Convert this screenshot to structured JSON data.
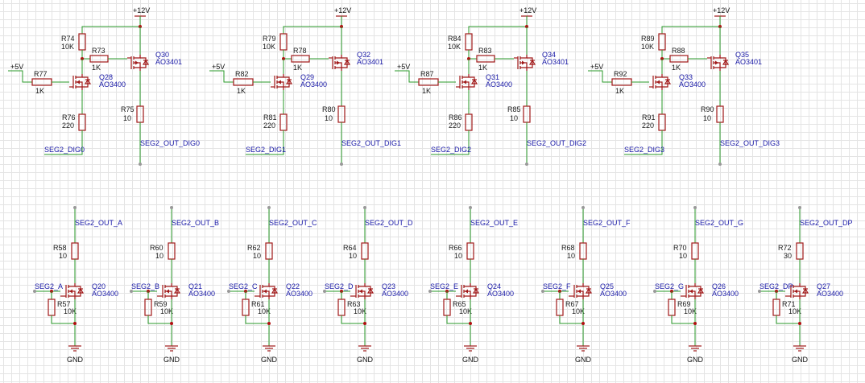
{
  "power": {
    "vcc12": "+12V",
    "vcc5": "+5V",
    "gnd": "GND"
  },
  "drivers": [
    {
      "rtop": "R74",
      "rtop_val": "10K",
      "rmid": "R73",
      "rmid_val": "1K",
      "pmos": "Q30",
      "pmos_part": "AO3401",
      "rin": "R77",
      "rin_val": "1K",
      "nmos": "Q28",
      "nmos_part": "AO3400",
      "rbot": "R76",
      "rbot_val": "220",
      "rout": "R75",
      "rout_val": "10",
      "net_dig": "SEG2_DIG0",
      "net_out": "SEG2_OUT_DIG0"
    },
    {
      "rtop": "R79",
      "rtop_val": "10K",
      "rmid": "R78",
      "rmid_val": "1K",
      "pmos": "Q32",
      "pmos_part": "AO3401",
      "rin": "R82",
      "rin_val": "1K",
      "nmos": "Q29",
      "nmos_part": "AO3400",
      "rbot": "R81",
      "rbot_val": "220",
      "rout": "R80",
      "rout_val": "10",
      "net_dig": "SEG2_DIG1",
      "net_out": "SEG2_OUT_DIG1"
    },
    {
      "rtop": "R84",
      "rtop_val": "10K",
      "rmid": "R83",
      "rmid_val": "1K",
      "pmos": "Q34",
      "pmos_part": "AO3401",
      "rin": "R87",
      "rin_val": "1K",
      "nmos": "Q31",
      "nmos_part": "AO3400",
      "rbot": "R86",
      "rbot_val": "220",
      "rout": "R85",
      "rout_val": "10",
      "net_dig": "SEG2_DIG2",
      "net_out": "SEG2_OUT_DIG2"
    },
    {
      "rtop": "R89",
      "rtop_val": "10K",
      "rmid": "R88",
      "rmid_val": "1K",
      "pmos": "Q35",
      "pmos_part": "AO3401",
      "rin": "R92",
      "rin_val": "1K",
      "nmos": "Q33",
      "nmos_part": "AO3400",
      "rbot": "R91",
      "rbot_val": "220",
      "rout": "R90",
      "rout_val": "10",
      "net_dig": "SEG2_DIG3",
      "net_out": "SEG2_OUT_DIG3"
    }
  ],
  "segments": [
    {
      "net_out": "SEG2_OUT_A",
      "rs": "R58",
      "rs_val": "10",
      "net_in": "SEG2_A",
      "rp": "R57",
      "rp_val": "10K",
      "q": "Q20",
      "part": "AO3400"
    },
    {
      "net_out": "SEG2_OUT_B",
      "rs": "R60",
      "rs_val": "10",
      "net_in": "SEG2_B",
      "rp": "R59",
      "rp_val": "10K",
      "q": "Q21",
      "part": "AO3400"
    },
    {
      "net_out": "SEG2_OUT_C",
      "rs": "R62",
      "rs_val": "10",
      "net_in": "SEG2_C",
      "rp": "R61",
      "rp_val": "10K",
      "q": "Q22",
      "part": "AO3400"
    },
    {
      "net_out": "SEG2_OUT_D",
      "rs": "R64",
      "rs_val": "10",
      "net_in": "SEG2_D",
      "rp": "R63",
      "rp_val": "10K",
      "q": "Q23",
      "part": "AO3400"
    },
    {
      "net_out": "SEG2_OUT_E",
      "rs": "R66",
      "rs_val": "10",
      "net_in": "SEG2_E",
      "rp": "R65",
      "rp_val": "10K",
      "q": "Q24",
      "part": "AO3400"
    },
    {
      "net_out": "SEG2_OUT_F",
      "rs": "R68",
      "rs_val": "10",
      "net_in": "SEG2_F",
      "rp": "R67",
      "rp_val": "10K",
      "q": "Q25",
      "part": "AO3400"
    },
    {
      "net_out": "SEG2_OUT_G",
      "rs": "R70",
      "rs_val": "10",
      "net_in": "SEG2_G",
      "rp": "R69",
      "rp_val": "10K",
      "q": "Q26",
      "part": "AO3400"
    },
    {
      "net_out": "SEG2_OUT_DP",
      "rs": "R72",
      "rs_val": "30",
      "net_in": "SEG2_DP",
      "rp": "R71",
      "rp_val": "10K",
      "q": "Q27",
      "part": "AO3400"
    }
  ]
}
